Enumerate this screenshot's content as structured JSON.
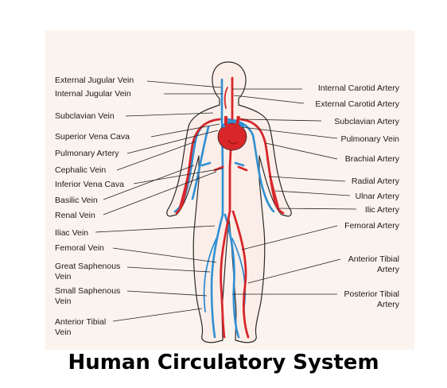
{
  "colors": {
    "background": "#fbf3ed",
    "artery": "#d8262b",
    "vein": "#2f8fd3",
    "skin": "#fbeee8",
    "outline": "#2a2a2a"
  },
  "labels_left": [
    {
      "lines": [
        "External Jugular Vein"
      ]
    },
    {
      "lines": [
        "Internal Jugular Vein"
      ]
    },
    {
      "lines": [
        "Subclavian Vein"
      ]
    },
    {
      "lines": [
        "Superior Vena Cava"
      ]
    },
    {
      "lines": [
        "Pulmonary Artery"
      ]
    },
    {
      "lines": [
        "Cephalic Vein"
      ]
    },
    {
      "lines": [
        "Inferior Vena Cava"
      ]
    },
    {
      "lines": [
        "Basilic Vein"
      ]
    },
    {
      "lines": [
        "Renal Vein"
      ]
    },
    {
      "lines": [
        "Iliac Vein"
      ]
    },
    {
      "lines": [
        "Femoral Vein"
      ]
    },
    {
      "lines": [
        "Great Saphenous",
        "Vein"
      ]
    },
    {
      "lines": [
        "Small Saphenous",
        "Vein"
      ]
    },
    {
      "lines": [
        "Anterior Tibial",
        "Vein"
      ]
    }
  ],
  "labels_right": [
    {
      "lines": [
        "Internal Carotid Artery"
      ]
    },
    {
      "lines": [
        "External Carotid Artery"
      ]
    },
    {
      "lines": [
        "Subclavian Artery"
      ]
    },
    {
      "lines": [
        "Pulmonary Vein"
      ]
    },
    {
      "lines": [
        "Brachial Artery"
      ]
    },
    {
      "lines": [
        "Radial Artery"
      ]
    },
    {
      "lines": [
        "Ulnar Artery"
      ]
    },
    {
      "lines": [
        "Ilic Artery"
      ]
    },
    {
      "lines": [
        "Femoral Artery"
      ]
    },
    {
      "lines": [
        "Anterior Tibial",
        "Artery"
      ]
    },
    {
      "lines": [
        "Posterior Tibial",
        "Artery"
      ]
    }
  ],
  "caption": "Human Circulatory System"
}
